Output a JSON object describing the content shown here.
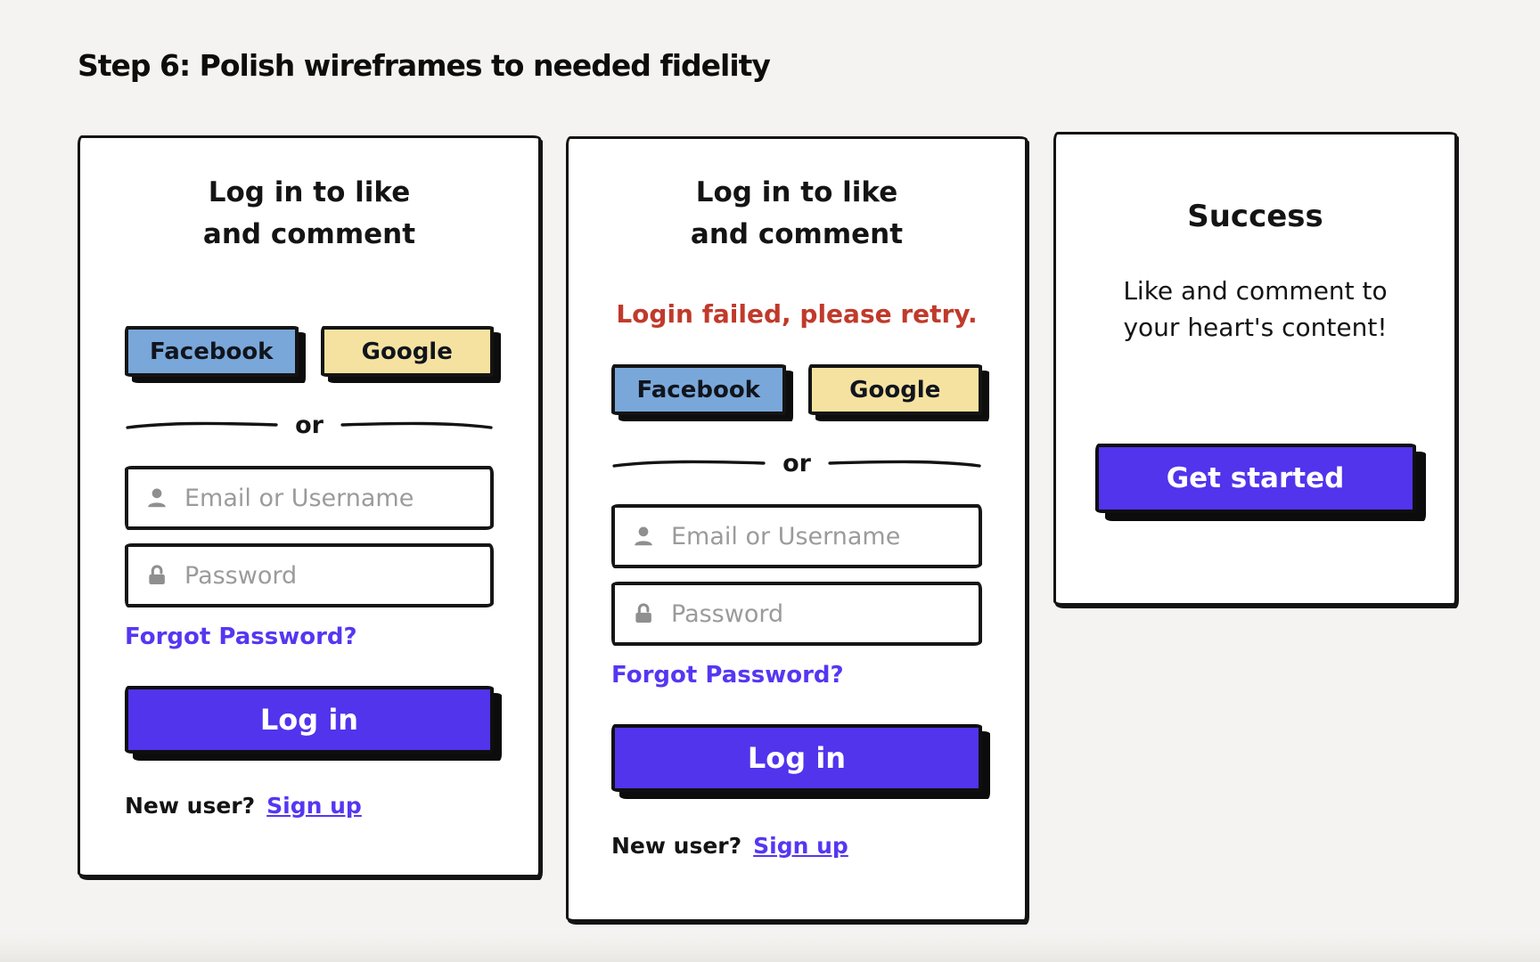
{
  "page_title": "Step 6: Polish wireframes to needed fidelity",
  "colors": {
    "background": "#F4F3F1",
    "card_background": "#FFFFFF",
    "outline_ink": "#141414",
    "facebook_blue": "#7AA7D9",
    "google_cream": "#F6E2A0",
    "primary_purple": "#5134EC",
    "link_purple": "#5537F2",
    "error_red": "#C03A2B",
    "placeholder_gray": "#9B9B9B",
    "icon_gray": "#8F8F8F"
  },
  "icons": {
    "user_icon": "person silhouette (gray, inside email field)",
    "lock_icon": "open padlock (gray, inside password field)"
  },
  "cards": [
    {
      "name": "login-default",
      "title_line1": "Log in to like",
      "title_line2": "and comment",
      "facebook_label": "Facebook",
      "google_label": "Google",
      "divider_label": "or",
      "email_value": "",
      "email_placeholder": "Email or Username",
      "password_value": "",
      "password_placeholder": "Password",
      "forgot_password_label": "Forgot Password?",
      "login_label": "Log in",
      "new_user_label": "New user?",
      "sign_up_label": "Sign up"
    },
    {
      "name": "login-error",
      "title_line1": "Log in to like",
      "title_line2": "and comment",
      "error_message": "Login failed, please retry.",
      "facebook_label": "Facebook",
      "google_label": "Google",
      "divider_label": "or",
      "email_value": "",
      "email_placeholder": "Email or Username",
      "password_value": "",
      "password_placeholder": "Password",
      "forgot_password_label": "Forgot Password?",
      "login_label": "Log in",
      "new_user_label": "New user?",
      "sign_up_label": "Sign up"
    },
    {
      "name": "success",
      "title": "Success",
      "message_line1": "Like and comment to",
      "message_line2": "your heart's content!",
      "cta_label": "Get started"
    }
  ]
}
